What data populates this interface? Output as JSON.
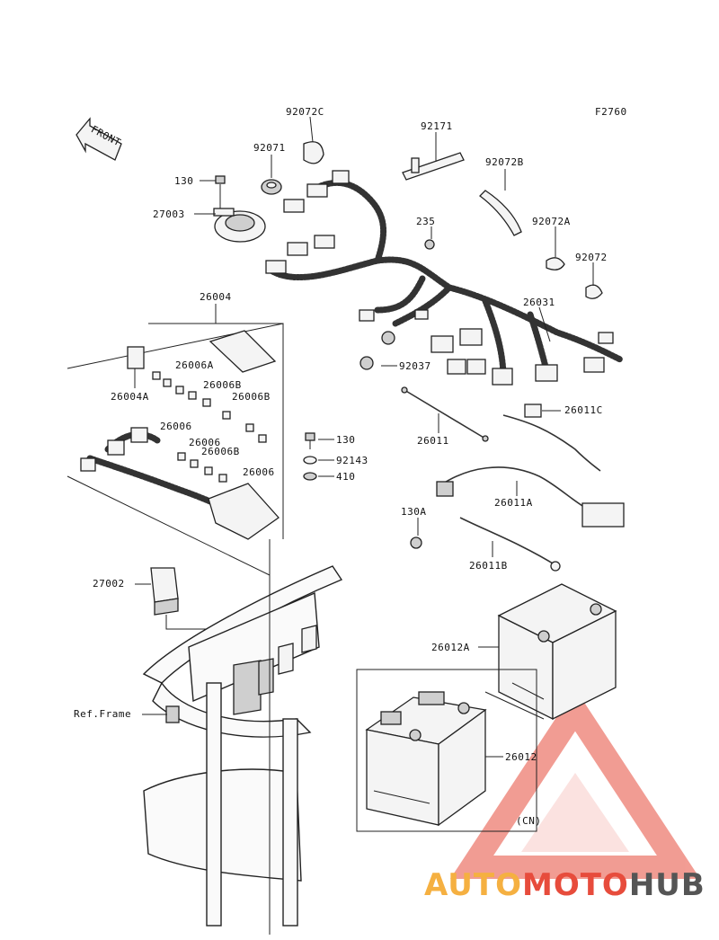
{
  "diagram_code": "F2760",
  "front_label": "FRONT",
  "labels": {
    "p92072C": "92072C",
    "p92171": "92171",
    "p92071": "92071",
    "p92072B": "92072B",
    "p130a": "130",
    "p27003": "27003",
    "p235": "235",
    "p92072A": "92072A",
    "p92072": "92072",
    "p26004": "26004",
    "p26031": "26031",
    "p26006A": "26006A",
    "p26004A": "26004A",
    "p26006B_1": "26006B",
    "p26006B_2": "26006B",
    "p92037": "92037",
    "p26011C": "26011C",
    "p26006_1": "26006",
    "p26006_2": "26006",
    "p26006B_3": "26006B",
    "p26006_3": "26006",
    "p26011": "26011",
    "p130b": "130",
    "p92143": "92143",
    "p410": "410",
    "p26011A": "26011A",
    "p130A": "130A",
    "p26011B": "26011B",
    "p27002": "27002",
    "p26012A": "26012A",
    "ref_frame": "Ref.Frame",
    "p26012": "26012",
    "cn": "(CN)"
  },
  "watermark": {
    "part1": "AUTO",
    "part2": "MOTO",
    "part3": "HUB",
    "color1": "#f5b041",
    "color2": "#e74c3c",
    "color3": "#555555"
  }
}
